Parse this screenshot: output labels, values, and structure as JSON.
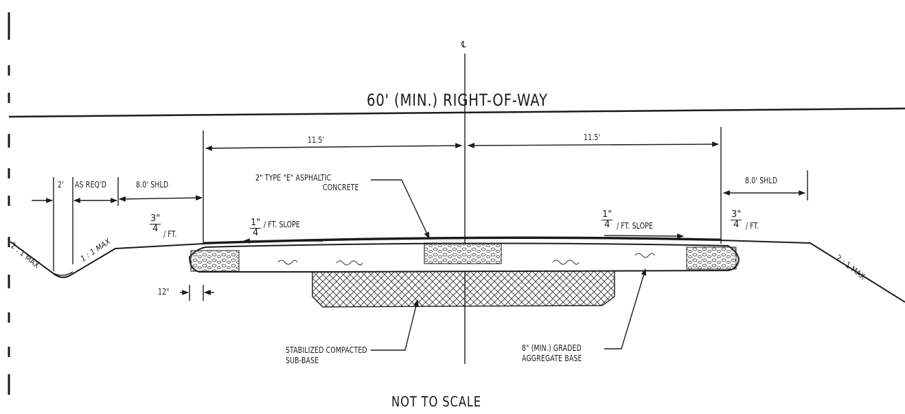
{
  "title": "60' (MIN.) RIGHT-OF-WAY",
  "footer": "NOT TO SCALE",
  "centerline_symbol": "℄",
  "dimensions": {
    "left_lane": "11.5'",
    "right_lane": "11.5'",
    "ditch_bottom": "2'",
    "ditch_width": "AS REQ'D",
    "left_shoulder": "8.0' SHLD",
    "right_shoulder": "8.0' SHLD",
    "edge_offset": "12\""
  },
  "slopes": {
    "left_shoulder": {
      "num": "3\"",
      "den": "4",
      "unit": "/ FT."
    },
    "left_lane": {
      "num": "1\"",
      "den": "4",
      "unit": "/ FT. SLOPE"
    },
    "right_lane": {
      "num": "1\"",
      "den": "4",
      "unit": "/ FT. SLOPE"
    },
    "right_shoulder": {
      "num": "3\"",
      "den": "4",
      "unit": "/ FT."
    },
    "left_fore": "2 : 1 MAX",
    "left_back": "1 : 1 MAX",
    "right_fore": "2 : 1 MAX"
  },
  "callouts": {
    "asphalt_line1": "2\" TYPE \"E\" ASPHALTIC",
    "asphalt_line2": "CONCRETE",
    "subbase_line1": "STABILIZED COMPACTED",
    "subbase_line2": "SUB-BASE",
    "aggregate_line1": "8\" (MIN.) GRADED",
    "aggregate_line2": "AGGREGATE BASE"
  }
}
